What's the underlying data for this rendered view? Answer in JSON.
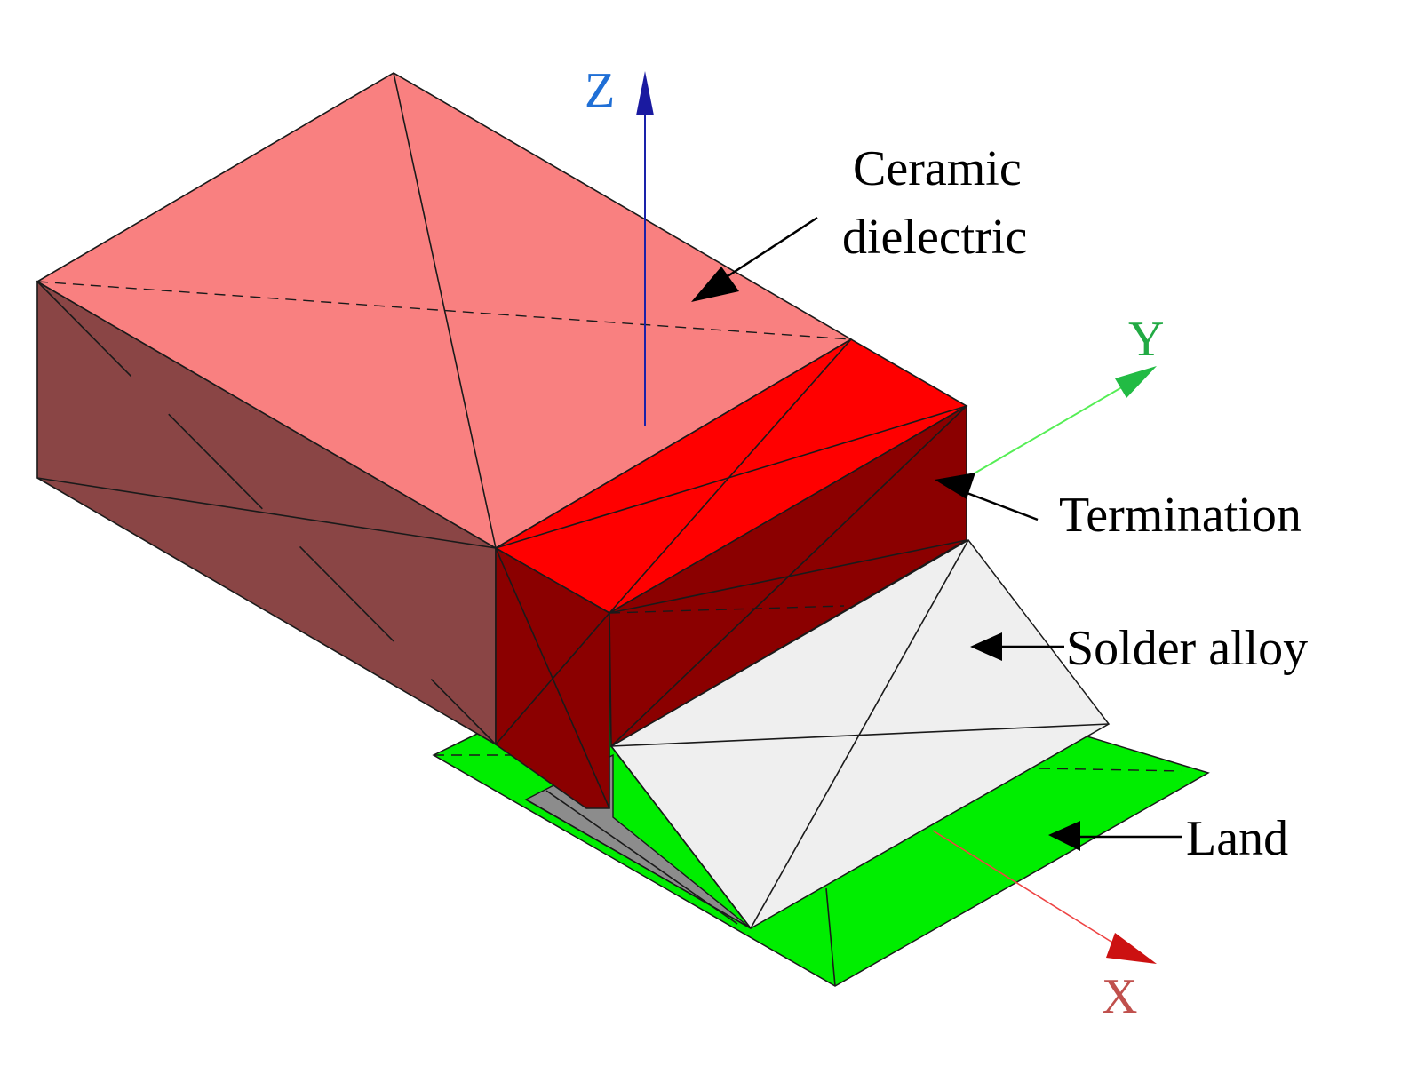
{
  "labels": {
    "ceramic_line1": "Ceramic",
    "ceramic_line2": "dielectric",
    "termination": "Termination",
    "solder": "Solder alloy",
    "land": "Land"
  },
  "axes": {
    "z": "Z",
    "y": "Y",
    "x": "X"
  },
  "colors": {
    "ceramic_top": "#f98080",
    "ceramic_side": "#8a4545",
    "termination_top": "#ff0000",
    "termination_side": "#8b0000",
    "solder_light": "#efefef",
    "solder_dark": "#8c8c8c",
    "land": "#00ee00",
    "axis_z": "#1f6fd6",
    "axis_y": "#22aa44",
    "axis_x": "#c0504d"
  }
}
